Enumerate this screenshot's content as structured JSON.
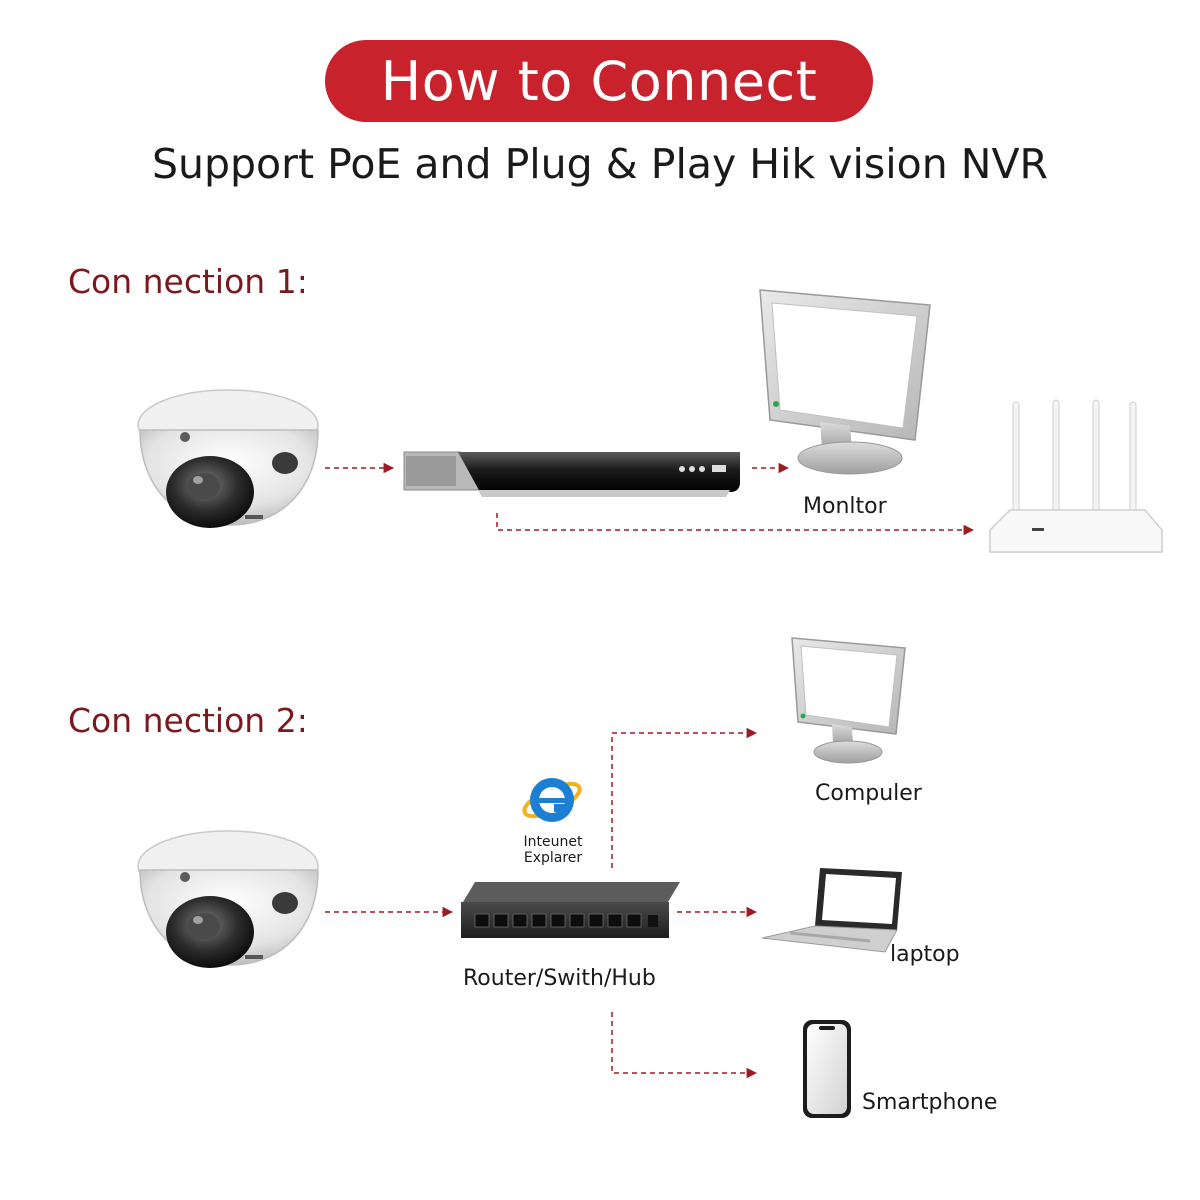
{
  "header": {
    "title": "How to Connect",
    "subtitle": "Support PoE and Plug & Play Hik vision NVR"
  },
  "connection1": {
    "label": "Con nection 1:",
    "monitor_label": "Monltor"
  },
  "connection2": {
    "label": "Con nection 2:",
    "computer_label": "Compuler",
    "laptop_label": "laptop",
    "smartphone_label": "Smartphone",
    "switch_label": "Router/Swith/Hub",
    "ie_label_line1": "Inteunet",
    "ie_label_line2": "Explarer"
  },
  "colors": {
    "title_bg": "#c8232c",
    "arrow": "#9b1c22",
    "section_label": "#7a1a1e"
  },
  "icons": [
    "dome-camera-icon",
    "nvr-icon",
    "monitor-icon",
    "router-icon",
    "switch-icon",
    "internet-explorer-icon",
    "laptop-icon",
    "smartphone-icon"
  ]
}
